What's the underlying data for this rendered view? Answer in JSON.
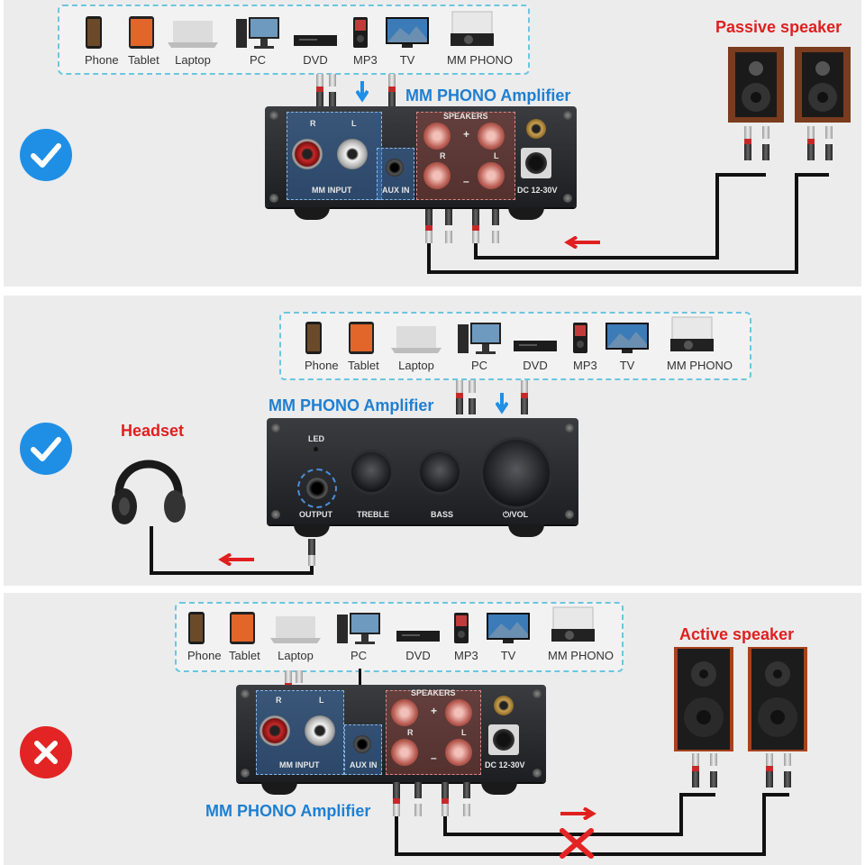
{
  "devices": [
    "Phone",
    "Tablet",
    "Laptop",
    "PC",
    "DVD",
    "MP3",
    "TV",
    "MM PHONO"
  ],
  "sections": [
    {
      "status": "correct",
      "amp_label": "MM PHONO Amplifier",
      "output_label": "Passive speaker",
      "panel": {
        "r": "R",
        "l": "L",
        "mm_input": "MM INPUT",
        "aux_in": "AUX IN",
        "speakers": "SPEAKERS",
        "plus": "+",
        "minus": "–",
        "sp_r": "R",
        "sp_l": "L",
        "dc": "DC 12-30V"
      }
    },
    {
      "status": "correct",
      "amp_label": "MM PHONO Amplifier",
      "output_label": "Headset",
      "panel": {
        "led": "LED",
        "output": "OUTPUT",
        "treble": "TREBLE",
        "bass": "BASS",
        "vol": "⏻/VOL"
      }
    },
    {
      "status": "incorrect",
      "amp_label": "MM PHONO Amplifier",
      "output_label": "Active speaker",
      "panel": {
        "r": "R",
        "l": "L",
        "mm_input": "MM INPUT",
        "aux_in": "AUX IN",
        "speakers": "SPEAKERS",
        "plus": "+",
        "minus": "–",
        "sp_r": "R",
        "sp_l": "L",
        "dc": "DC 12-30V"
      }
    }
  ],
  "icons": [
    "phone-icon",
    "tablet-icon",
    "laptop-icon",
    "pc-icon",
    "dvd-icon",
    "mp3-icon",
    "tv-icon",
    "turntable-icon",
    "check-badge-icon",
    "cross-badge-icon",
    "speaker-icon",
    "headphone-icon",
    "arrow-icon"
  ],
  "colors": {
    "label_blue": "#1f7fd1",
    "label_red": "#e01f1f",
    "ok": "#1f8fe6",
    "no": "#e32424",
    "dashed": "#6cc6df"
  }
}
